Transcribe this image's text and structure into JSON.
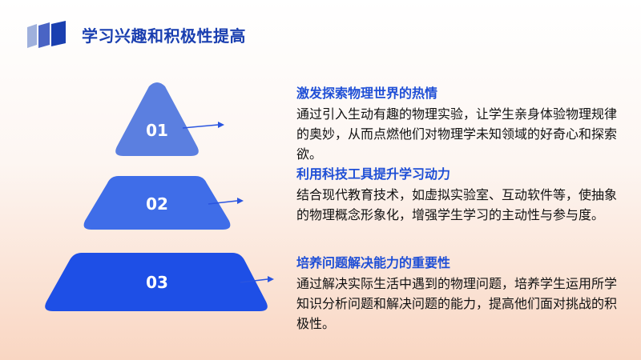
{
  "title": "学习兴趣和积极性提高",
  "colors": {
    "accent": "#1f4fd6",
    "tier1": "#5b7fe0",
    "tier2": "#3f6de8",
    "tier3": "#1e4fe6"
  },
  "tiers": [
    {
      "number": "01"
    },
    {
      "number": "02"
    },
    {
      "number": "03"
    }
  ],
  "items": [
    {
      "heading": "激发探索物理世界的热情",
      "body": "通过引入生动有趣的物理实验，让学生亲身体验物理规律的奥妙，从而点燃他们对物理学未知领域的好奇心和探索欲。"
    },
    {
      "heading": "利用科技工具提升学习动力",
      "body": "结合现代教育技术，如虚拟实验室、互动软件等，使抽象的物理概念形象化，增强学生学习的主动性与参与度。"
    },
    {
      "heading": "培养问题解决能力的重要性",
      "body": "通过解决实际生活中遇到的物理问题，培养学生运用所学知识分析问题和解决问题的能力，提高他们面对挑战的积极性。"
    }
  ]
}
